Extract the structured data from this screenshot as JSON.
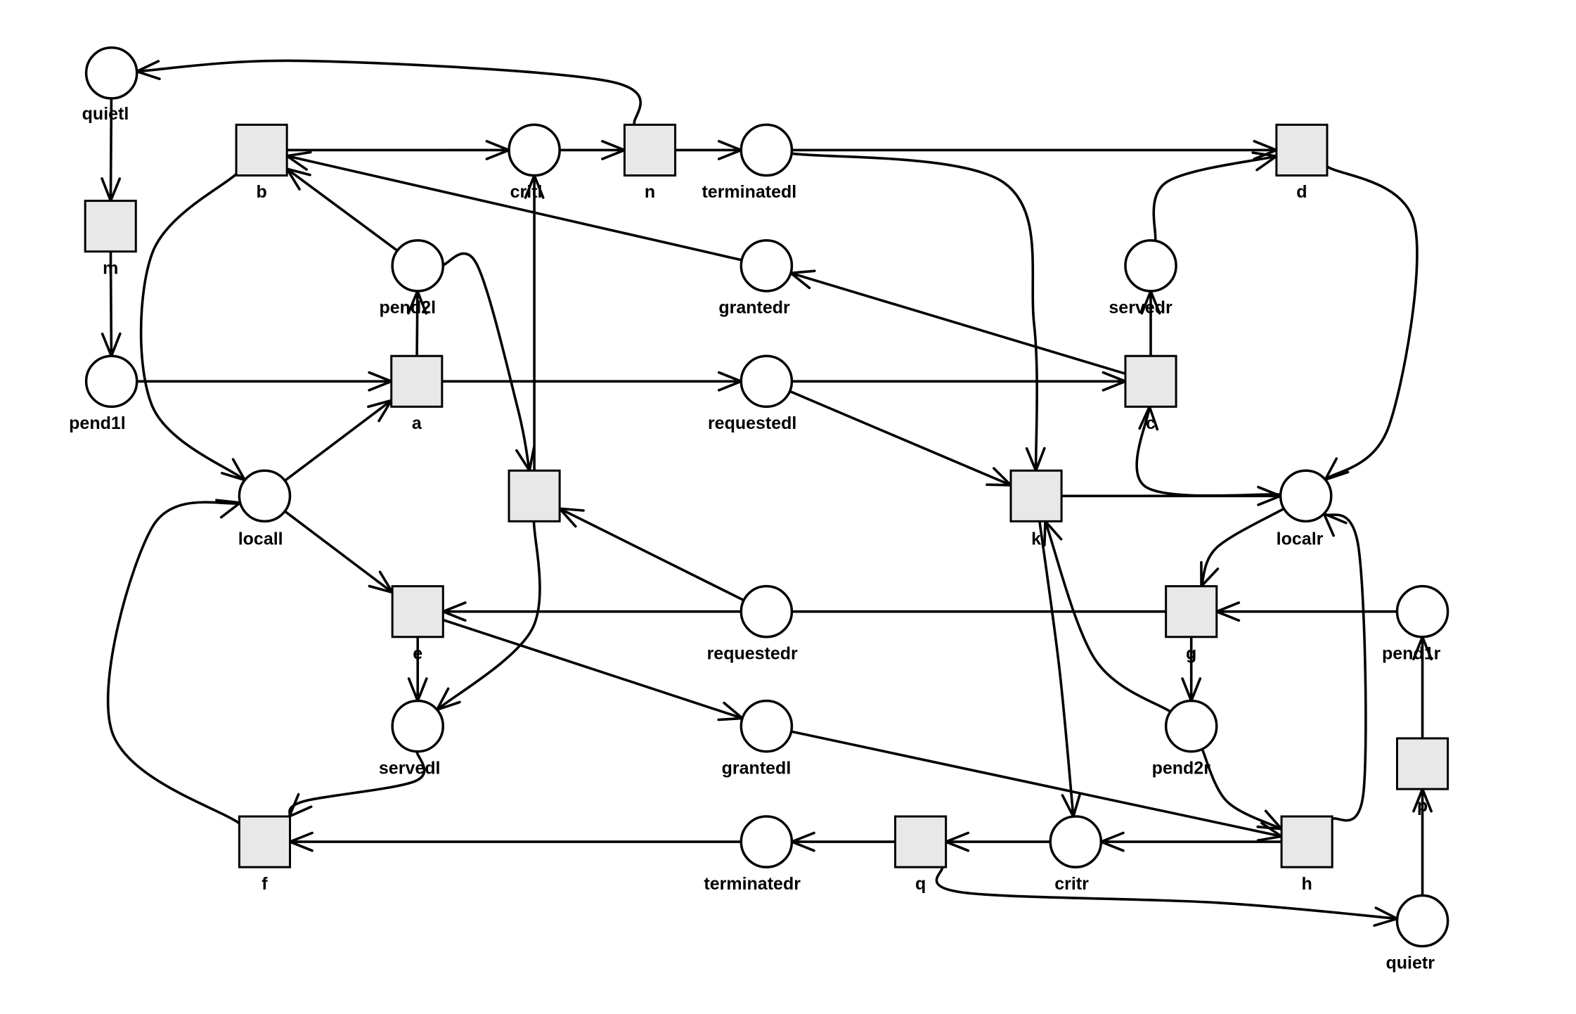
{
  "diagram": {
    "type": "petri-net",
    "places": [
      {
        "id": "quietl",
        "label": "quietl"
      },
      {
        "id": "critl",
        "label": "critl"
      },
      {
        "id": "terminatedl",
        "label": "terminatedl"
      },
      {
        "id": "pend2l",
        "label": "pend2l"
      },
      {
        "id": "grantedr",
        "label": "grantedr"
      },
      {
        "id": "servedr",
        "label": "servedr"
      },
      {
        "id": "pend1l",
        "label": "pend1l"
      },
      {
        "id": "requestedl",
        "label": "requestedl"
      },
      {
        "id": "locall",
        "label": "locall"
      },
      {
        "id": "localr",
        "label": "localr"
      },
      {
        "id": "requestedr",
        "label": "requestedr"
      },
      {
        "id": "pend1r",
        "label": "pend1r"
      },
      {
        "id": "servedl",
        "label": "servedl"
      },
      {
        "id": "grantedl",
        "label": "grantedl"
      },
      {
        "id": "pend2r",
        "label": "pend2r"
      },
      {
        "id": "terminatedr",
        "label": "terminatedr"
      },
      {
        "id": "critr",
        "label": "critr"
      },
      {
        "id": "quietr",
        "label": "quietr"
      }
    ],
    "transitions": [
      {
        "id": "b",
        "label": "b"
      },
      {
        "id": "n",
        "label": "n"
      },
      {
        "id": "d",
        "label": "d"
      },
      {
        "id": "m",
        "label": "m"
      },
      {
        "id": "a",
        "label": "a"
      },
      {
        "id": "c",
        "label": "c"
      },
      {
        "id": "j",
        "label": ""
      },
      {
        "id": "k",
        "label": "k"
      },
      {
        "id": "e",
        "label": "e"
      },
      {
        "id": "g",
        "label": "g"
      },
      {
        "id": "p",
        "label": "p"
      },
      {
        "id": "f",
        "label": "f"
      },
      {
        "id": "q",
        "label": "q"
      },
      {
        "id": "h",
        "label": "h"
      }
    ],
    "arcs": [
      {
        "from": "quietl",
        "to": "m"
      },
      {
        "from": "m",
        "to": "pend1l"
      },
      {
        "from": "n",
        "to": "quietl"
      },
      {
        "from": "b",
        "to": "critl"
      },
      {
        "from": "critl",
        "to": "n"
      },
      {
        "from": "n",
        "to": "terminatedl"
      },
      {
        "from": "terminatedl",
        "to": "d"
      },
      {
        "from": "terminatedl",
        "to": "k"
      },
      {
        "from": "b",
        "to": "locall"
      },
      {
        "from": "pend2l",
        "to": "b"
      },
      {
        "from": "grantedr",
        "to": "b"
      },
      {
        "from": "pend2l",
        "to": "j"
      },
      {
        "from": "j",
        "to": "critl"
      },
      {
        "from": "j",
        "to": "servedl"
      },
      {
        "from": "requestedr",
        "to": "j"
      },
      {
        "from": "pend1l",
        "to": "a"
      },
      {
        "from": "a",
        "to": "pend2l"
      },
      {
        "from": "a",
        "to": "requestedl"
      },
      {
        "from": "locall",
        "to": "a"
      },
      {
        "from": "requestedl",
        "to": "c"
      },
      {
        "from": "requestedl",
        "to": "k"
      },
      {
        "from": "c",
        "to": "grantedr"
      },
      {
        "from": "c",
        "to": "servedr"
      },
      {
        "from": "localr",
        "to": "c"
      },
      {
        "from": "servedr",
        "to": "d"
      },
      {
        "from": "d",
        "to": "localr"
      },
      {
        "from": "k",
        "to": "localr"
      },
      {
        "from": "k",
        "to": "critr"
      },
      {
        "from": "pend2r",
        "to": "k"
      },
      {
        "from": "locall",
        "to": "e"
      },
      {
        "from": "g",
        "to": "e"
      },
      {
        "from": "e",
        "to": "servedl"
      },
      {
        "from": "e",
        "to": "grantedl"
      },
      {
        "from": "grantedl",
        "to": "h"
      },
      {
        "from": "localr",
        "to": "g"
      },
      {
        "from": "pend1r",
        "to": "g"
      },
      {
        "from": "g",
        "to": "pend2r"
      },
      {
        "from": "pend2r",
        "to": "h"
      },
      {
        "from": "h",
        "to": "critr"
      },
      {
        "from": "h",
        "to": "localr"
      },
      {
        "from": "f",
        "to": "locall"
      },
      {
        "from": "servedl",
        "to": "f"
      },
      {
        "from": "terminatedr",
        "to": "f"
      },
      {
        "from": "critr",
        "to": "q"
      },
      {
        "from": "q",
        "to": "terminatedr"
      },
      {
        "from": "q",
        "to": "quietr"
      },
      {
        "from": "quietr",
        "to": "p"
      },
      {
        "from": "p",
        "to": "pend1r"
      }
    ]
  }
}
